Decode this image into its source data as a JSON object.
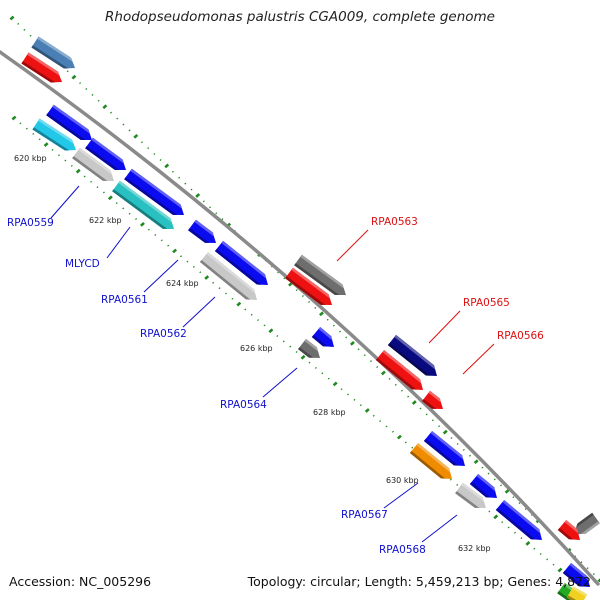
{
  "title": "Rhodopseudomonas palustris CGA009, complete genome",
  "footer": {
    "accession": "Accession: NC_005296",
    "summary": "Topology: circular; Length: 5,459,213 bp; Genes: 4,872"
  },
  "colors": {
    "backbone": "#8a8a8a",
    "ticks": "#1f8a1f",
    "forward_label": "#1010cc",
    "reverse_label": "#dd1111",
    "blue": "#0b0bf0",
    "navy": "#0a0a80",
    "steelblue": "#4a7fb5",
    "skyblue": "#22c8e8",
    "teal": "#28c0c0",
    "red": "#ee1111",
    "gray": "#6e6e6e",
    "lightgray": "#c8c8c8",
    "orange": "#f08c00",
    "green": "#22aa22",
    "yellow": "#f0d020"
  },
  "kbp_ticks": [
    {
      "label": "620 kbp"
    },
    {
      "label": "622 kbp"
    },
    {
      "label": "624 kbp"
    },
    {
      "label": "626 kbp"
    },
    {
      "label": "628 kbp"
    },
    {
      "label": "630 kbp"
    },
    {
      "label": "632 kbp"
    }
  ],
  "gene_labels": [
    {
      "name": "RPA0559",
      "strand": "forward"
    },
    {
      "name": "MLYCD",
      "strand": "forward"
    },
    {
      "name": "RPA0561",
      "strand": "forward"
    },
    {
      "name": "RPA0562",
      "strand": "forward"
    },
    {
      "name": "RPA0564",
      "strand": "forward"
    },
    {
      "name": "RPA0567",
      "strand": "forward"
    },
    {
      "name": "RPA0568",
      "strand": "forward"
    },
    {
      "name": "RPA0563",
      "strand": "reverse"
    },
    {
      "name": "RPA0565",
      "strand": "reverse"
    },
    {
      "name": "RPA0566",
      "strand": "reverse"
    }
  ]
}
